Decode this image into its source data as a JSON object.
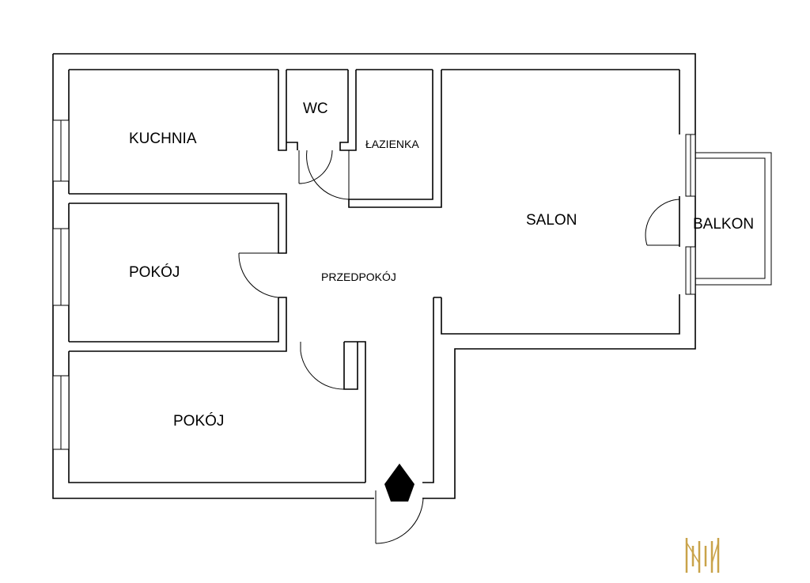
{
  "rooms": {
    "kitchen": "KUCHNIA",
    "wc": "WC",
    "bathroom": "ŁAZIENKA",
    "living_room": "SALON",
    "balcony": "BALKON",
    "room_1": "POKÓJ",
    "hallway": "PRZEDPOKÓJ",
    "room_2": "POKÓJ"
  },
  "colors": {
    "walls": "#000000",
    "background": "#ffffff",
    "logo_gold": "#c9a34a"
  },
  "icons": {
    "entrance": "entrance-marker-icon",
    "logo": "brand-logo-icon"
  }
}
